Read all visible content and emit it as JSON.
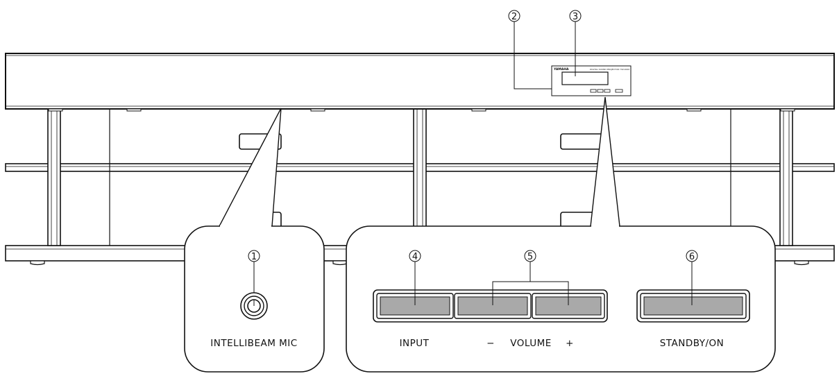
{
  "callouts": {
    "c1": "1",
    "c2": "2",
    "c3": "3",
    "c4": "4",
    "c5": "5",
    "c6": "6"
  },
  "labels": {
    "mic": "INTELLIBEAM MIC",
    "input": "INPUT",
    "volume_minus": "−",
    "volume": "VOLUME",
    "volume_plus": "+",
    "standby": "STANDBY/ON"
  },
  "panel": {
    "logo": "YAMAHA",
    "model_text": "DIGITAL SOUND PROJECTOR YSP-4000"
  }
}
